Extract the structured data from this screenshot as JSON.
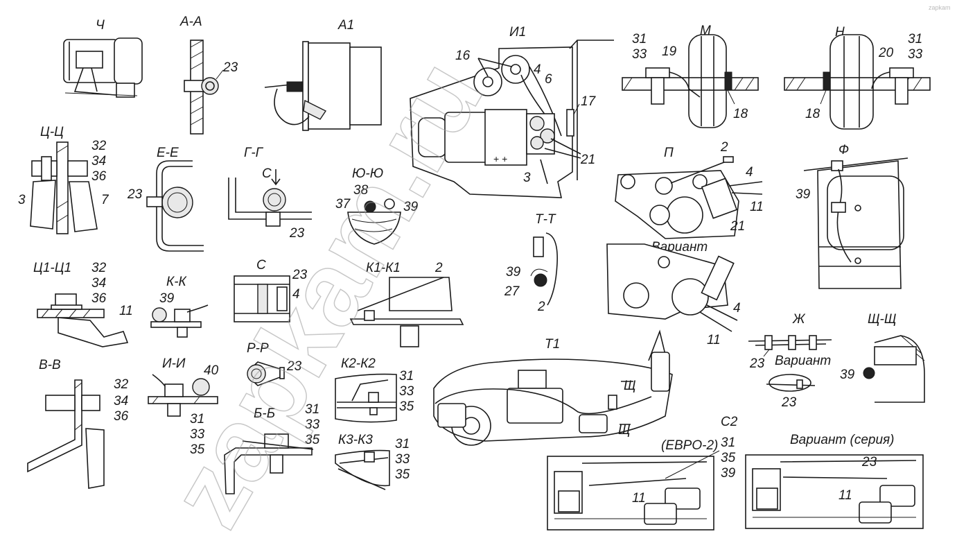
{
  "titles": {
    "ch": "Ч",
    "aa": "А-А",
    "a1": "А1",
    "i1": "И1",
    "m": "М",
    "n": "Н",
    "tsts": "Ц-Ц",
    "ee": "Е-Е",
    "gg": "Г-Г",
    "s_arrow": "С",
    "yuyu": "Ю-Ю",
    "p": "П",
    "f": "Ф",
    "variant1": "Вариант",
    "ts1ts1": "Ц1-Ц1",
    "kk": "К-К",
    "s": "С",
    "k1k1": "К1-К1",
    "tt": "Т-Т",
    "vv": "В-В",
    "ii": "И-И",
    "rr": "Р-Р",
    "k2k2": "К2-К2",
    "bb": "Б-Б",
    "k3k3": "К3-К3",
    "t1": "Т1",
    "shch_mark1": "Щ",
    "shch_mark2": "Щ",
    "zh": "Ж",
    "variant2": "Вариант",
    "shchshch": "Щ-Щ",
    "s2": "С2",
    "euro2": "(ЕВРО-2)",
    "variant_series": "Вариант (серия)"
  },
  "labels": {
    "aa_23": "23",
    "i1_16": "16",
    "i1_4": "4",
    "i1_6": "6",
    "i1_17": "17",
    "i1_21": "21",
    "i1_3": "3",
    "m_31": "31",
    "m_33": "33",
    "m_19": "19",
    "m_18": "18",
    "n_31": "31",
    "n_33": "33",
    "n_20": "20",
    "n_18": "18",
    "tsts_32": "32",
    "tsts_34": "34",
    "tsts_36": "36",
    "tsts_3": "3",
    "tsts_7": "7",
    "ee_23": "23",
    "gg_23": "23",
    "yuyu_38": "38",
    "yuyu_37": "37",
    "yuyu_39": "39",
    "p_2": "2",
    "p_4": "4",
    "p_11": "11",
    "p_21": "21",
    "f_39": "39",
    "ts1_32": "32",
    "ts1_34": "34",
    "ts1_36": "36",
    "ts1_11": "11",
    "kk_39": "39",
    "s_23": "23",
    "s_4": "4",
    "k1_2": "2",
    "tt_39": "39",
    "tt_27": "27",
    "tt_2": "2",
    "var_4": "4",
    "var_11": "11",
    "vv_32": "32",
    "vv_34": "34",
    "vv_36": "36",
    "ii_40": "40",
    "ii_31": "31",
    "ii_33": "33",
    "ii_35": "35",
    "rr_23": "23",
    "k2_31": "31",
    "k2_33": "33",
    "k2_35": "35",
    "bb_31": "31",
    "bb_33": "33",
    "bb_35": "35",
    "k3_31": "31",
    "k3_33": "33",
    "k3_35": "35",
    "zh_23a": "23",
    "zh_23b": "23",
    "shch_39": "39",
    "s2_31": "31",
    "s2_35": "35",
    "s2_39": "39",
    "s2_11": "11",
    "vs_23": "23",
    "vs_11": "11"
  },
  "watermark": {
    "text": "zapkam.ru",
    "corner": "zapkam"
  }
}
